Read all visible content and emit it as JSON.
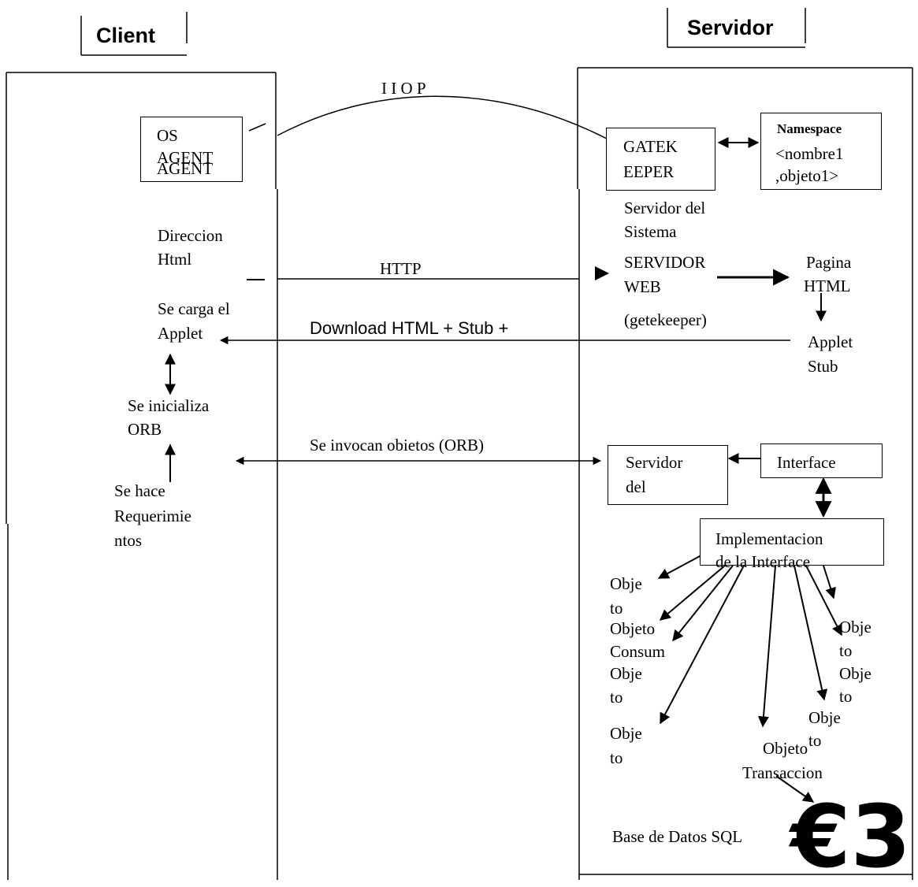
{
  "headers": {
    "client": "Client",
    "servidor": "Servidor"
  },
  "client": {
    "os_agent_line1": "OS",
    "os_agent_line2": "AGENT",
    "os_agent_line3": "AGENT",
    "direccion_line1": "Direccion",
    "direccion_line2": "Html",
    "se_carga_line1": "Se carga el",
    "se_carga_line2": "Applet",
    "se_inicializa_line1": "Se inicializa",
    "se_inicializa_line2": "ORB",
    "se_hace_line1": "Se hace",
    "se_hace_line2": "Requerimie",
    "se_hace_line3": "ntos"
  },
  "protocols": {
    "iiop": "I I O P",
    "http": "HTTP",
    "download": "Download  HTML + Stub +",
    "invoke": "Se invocan obietos  (ORB)"
  },
  "server": {
    "gatekeeper_line1": "GATEK",
    "gatekeeper_line2": "EEPER",
    "namespace_title": "Namespace",
    "namespace_line2": "<nombre1",
    "namespace_line3": ",objeto1>",
    "servidor_sistema_line1": "Servidor del",
    "servidor_sistema_line2": "Sistema",
    "servidor_web_line1": "SERVIDOR",
    "servidor_web_line2": "WEB",
    "servidor_web_line3": "(getekeeper)",
    "pagina_line1": "Pagina",
    "pagina_line2": "HTML",
    "applet_stub_line1": "Applet",
    "applet_stub_line2": "Stub",
    "servidor_del_line1": "Servidor",
    "servidor_del_line2": "del",
    "interface": "Interface",
    "impl_line1": "Implementacion",
    "impl_line2": "de la Interface",
    "obj_a_line1": "Obje",
    "obj_a_line2": "to",
    "obj_consum_line1": "Objeto",
    "obj_consum_line2": "Consum",
    "obj_b_line1": "Obje",
    "obj_b_line2": "to",
    "obj_c_line1": "Obje",
    "obj_c_line2": "to",
    "obj_d_line1": "Obje",
    "obj_d_line2": "to",
    "obj_e_line1": "Obje",
    "obj_e_line2": "to",
    "obj_f_line1": "Obje",
    "obj_f_line2": "to",
    "obj_trans_line1": "Objeto",
    "obj_trans_line2": "Transaccion",
    "base_datos": "Base de Datos  SQL",
    "db_glyph": "€3"
  }
}
